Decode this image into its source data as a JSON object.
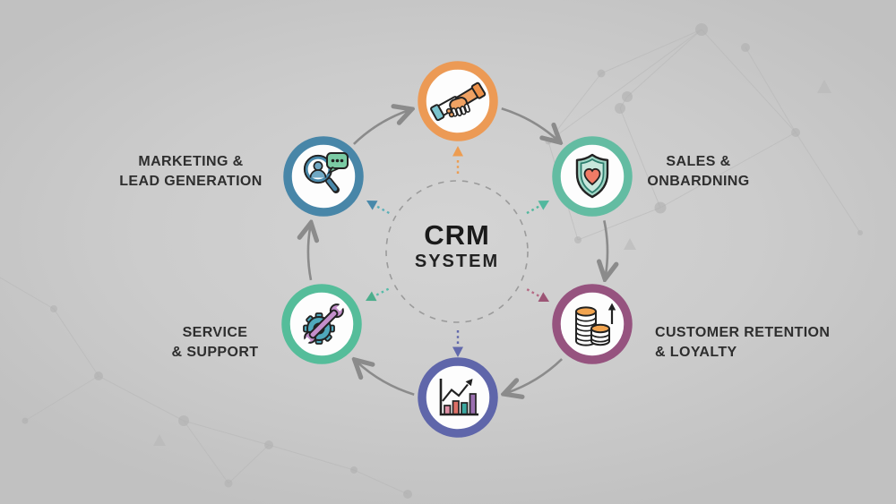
{
  "center": {
    "title": "CRM",
    "subtitle": "SYSTEM"
  },
  "flow": {
    "direction": "clockwise",
    "connector_color": "#8b8b8b"
  },
  "colors": {
    "background": "#cbcbcb",
    "label_text": "#2e2e2e",
    "icon_outline": "#222222"
  },
  "nodes": [
    {
      "id": "deal",
      "icon": "handshake-icon",
      "ring_color": "#EC9A55",
      "arrow_dash_color": "#ED9D52",
      "arrow_head_color": "#ED9D52"
    },
    {
      "id": "sales",
      "icon": "shield-heart-icon",
      "ring_color": "#63BCA2",
      "arrow_dash_color": "#52B89E",
      "arrow_head_color": "#52B89E",
      "label1": "SALES &",
      "label2": "ONBARDNING"
    },
    {
      "id": "retention",
      "icon": "coins-growth-icon",
      "ring_color": "#96537F",
      "arrow_dash_color": "#B56A84",
      "arrow_head_color": "#9C5575",
      "label1": "CUSTOMER RETENTION",
      "label2": "& LOYALTY"
    },
    {
      "id": "analytics",
      "icon": "bar-chart-icon",
      "ring_color": "#5F66AA",
      "arrow_dash_color": "#6269AC",
      "arrow_head_color": "#6269AC"
    },
    {
      "id": "service",
      "icon": "gear-wrench-icon",
      "ring_color": "#55BD9A",
      "arrow_dash_color": "#57BCA8",
      "arrow_head_color": "#4CAE8C",
      "label1": "SERVICE",
      "label2": "& SUPPORT"
    },
    {
      "id": "marketing",
      "icon": "magnifier-person-icon",
      "ring_color": "#4886A8",
      "arrow_dash_color": "#5AAFB8",
      "arrow_head_color": "#4888AA",
      "label1": "MARKETING &",
      "label2": "LEAD GENERATION"
    }
  ]
}
